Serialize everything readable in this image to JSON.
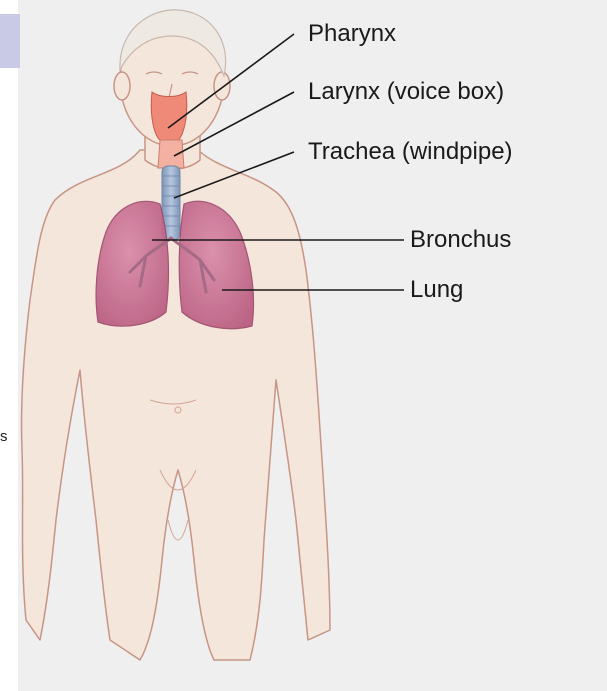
{
  "figure": {
    "labels": {
      "pharynx": "Pharynx",
      "larynx": "Larynx (voice box)",
      "trachea": "Trachea (windpipe)",
      "bronchus": "Bronchus",
      "lung": "Lung"
    },
    "edge_mark": "s"
  },
  "colors": {
    "panel_background": "#efefef",
    "corner_tab": "#c9cbe6",
    "skin": "#f4e4d8",
    "body_outline": "#c79585",
    "lung": "#c76b8e",
    "airway": "#f08a78",
    "trachea": "#8fa6c6",
    "leader_line": "#1a1a1a"
  }
}
